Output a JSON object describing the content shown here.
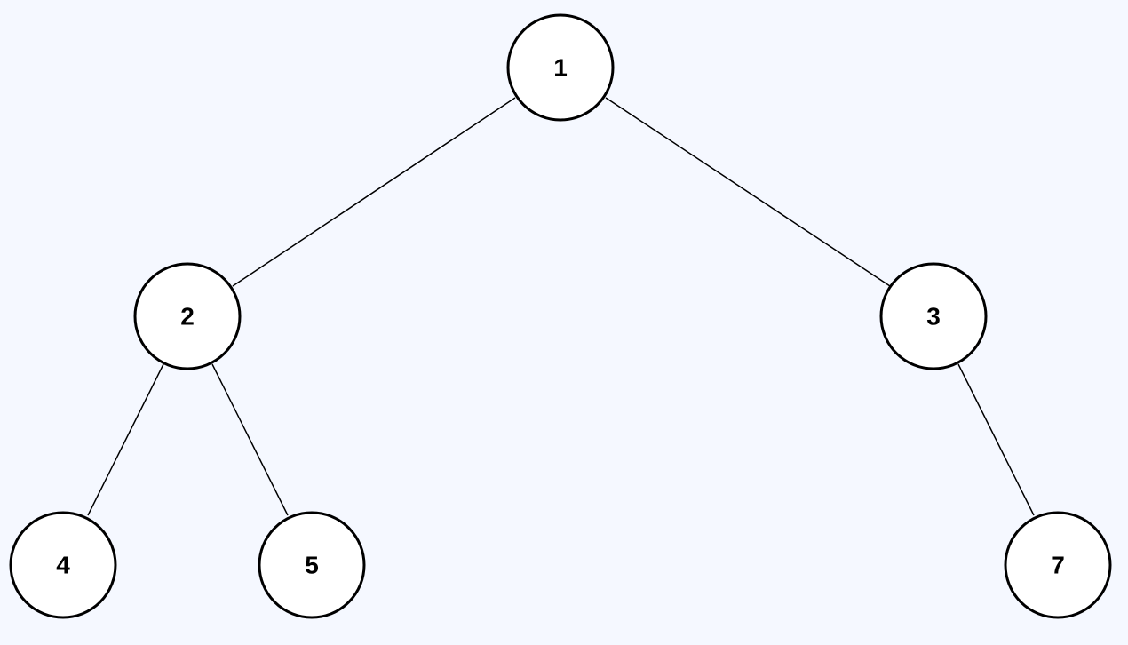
{
  "tree": {
    "background_color": "#f5f8ff",
    "node_fill": "#ffffff",
    "node_stroke": "#000000",
    "edge_color": "#000000",
    "nodes": [
      {
        "id": "n1",
        "label": "1"
      },
      {
        "id": "n2",
        "label": "2"
      },
      {
        "id": "n3",
        "label": "3"
      },
      {
        "id": "n4",
        "label": "4"
      },
      {
        "id": "n5",
        "label": "5"
      },
      {
        "id": "n7",
        "label": "7"
      }
    ],
    "edges": [
      {
        "from": "n1",
        "to": "n2"
      },
      {
        "from": "n1",
        "to": "n3"
      },
      {
        "from": "n2",
        "to": "n4"
      },
      {
        "from": "n2",
        "to": "n5"
      },
      {
        "from": "n3",
        "to": "n7"
      }
    ]
  }
}
